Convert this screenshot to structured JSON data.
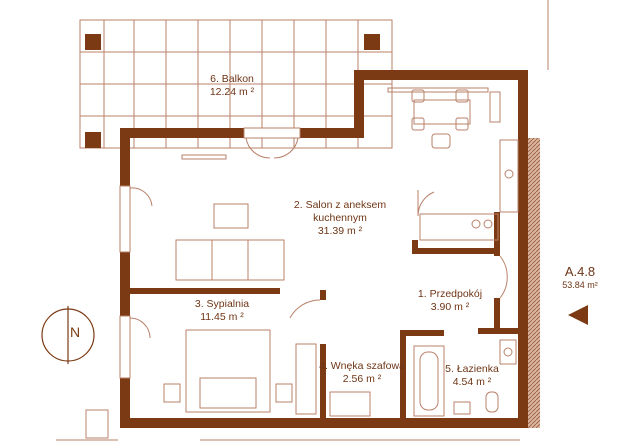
{
  "rooms": [
    {
      "name": "1. Przedpokój",
      "area": "3.90 m ²"
    },
    {
      "name": "2. Salon z aneksem",
      "name2": "kuchennym",
      "area": "31.39 m ²"
    },
    {
      "name": "3. Sypialnia",
      "area": "11.45 m ²"
    },
    {
      "name": "4. Wnęka szafowa",
      "area": "2.56 m ²"
    },
    {
      "name": "5. Łazienka",
      "area": "4.54 m ²"
    },
    {
      "name": "6. Balkon",
      "area": "12.24 m ²"
    }
  ],
  "unit": {
    "code": "A.4.8",
    "area": "53.84 m²"
  },
  "north_label": "N",
  "colors": {
    "wall": "#7b3a14",
    "line": "#b9826a",
    "text": "#6e3516"
  }
}
